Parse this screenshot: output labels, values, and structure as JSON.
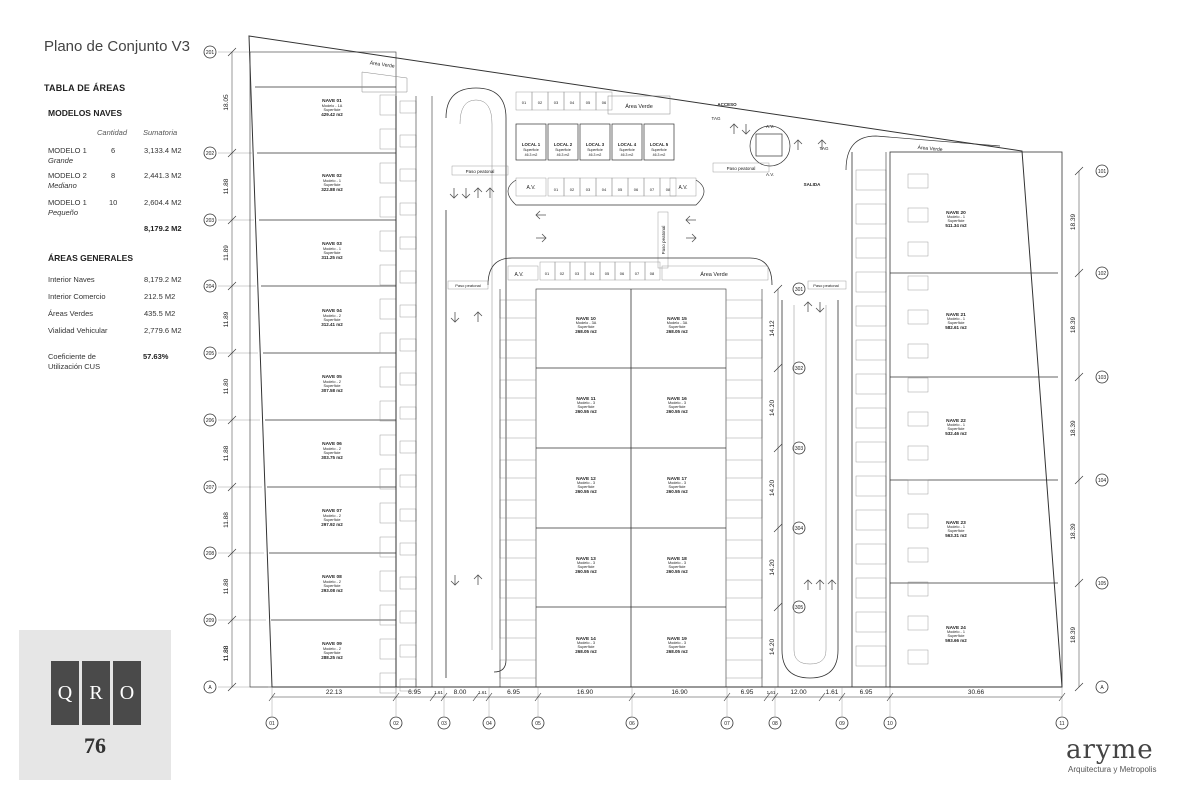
{
  "title": "Plano de Conjunto V3",
  "tabla_title": "TABLA DE ÁREAS",
  "modelos": {
    "heading": "MODELOS NAVES",
    "col_cantidad": "Cantidad",
    "col_sumatoria": "Sumatoria",
    "rows": [
      {
        "name": "MODELO 1",
        "sub": "Grande",
        "cantidad": "6",
        "sumatoria": "3,133.4 M2"
      },
      {
        "name": "MODELO 2",
        "sub": "Mediano",
        "cantidad": "8",
        "sumatoria": "2,441.3 M2"
      },
      {
        "name": "MODELO 1",
        "sub": "Pequeño",
        "cantidad": "10",
        "sumatoria": "2,604.4 M2"
      }
    ],
    "total": "8,179.2 M2"
  },
  "generales": {
    "heading": "ÁREAS GENERALES",
    "rows": [
      {
        "label": "Interior Naves",
        "value": "8,179.2 M2"
      },
      {
        "label": "Interior Comercio",
        "value": "212.5 M2"
      },
      {
        "label": "Áreas Verdes",
        "value": "435.5 M2"
      },
      {
        "label": "Vialidad Vehicular",
        "value": "2,779.6 M2"
      }
    ],
    "cus_label": "Coeficiente de Utilización CUS",
    "cus_value": "57.63%"
  },
  "logo": {
    "letters": [
      "Q",
      "R",
      "O"
    ],
    "number": "76"
  },
  "brand": {
    "name": "aryme",
    "tagline": "Arquitectura y Metropolis"
  },
  "plan": {
    "left_axis": [
      "201",
      "202",
      "203",
      "204",
      "205",
      "206",
      "207",
      "208",
      "209",
      "A"
    ],
    "left_dims": [
      "18.05",
      "11.88",
      "11.89",
      "11.89",
      "11.80",
      "11.88",
      "11.88",
      "11.88",
      "11.88",
      "11.88"
    ],
    "right_axis": [
      "101",
      "102",
      "103",
      "104",
      "105",
      "A"
    ],
    "right_dims": [
      "18.39",
      "18.39",
      "18.39",
      "18.39",
      "18.39"
    ],
    "bottom_axis": [
      "01",
      "02",
      "03",
      "04",
      "05",
      "06",
      "07",
      "08",
      "09",
      "10",
      "11"
    ],
    "bottom_dims": [
      "22.13",
      "6.95",
      "1.61",
      "8.00",
      "1.61",
      "6.95",
      "16.90",
      "16.90",
      "6.95",
      "1.61",
      "12.00",
      "1.61",
      "6.95",
      "30.66"
    ],
    "inner_axis": [
      "301",
      "302",
      "303",
      "304",
      "305"
    ],
    "inner_dims": [
      "14.12",
      "14.20",
      "14.20",
      "14.20",
      "14.20"
    ],
    "labels": {
      "area_verde": "Área Verde",
      "acceso": "ACCESO",
      "salida": "SALIDA",
      "paso": "Paso peatonal",
      "av": "A.V.",
      "tag": "TAG"
    },
    "naves_left": [
      {
        "name": "NAVE 01",
        "model": "Modelo - 1A",
        "area": "429.42 m2"
      },
      {
        "name": "NAVE 02",
        "model": "Modelo - 1",
        "area": "322.88 m2"
      },
      {
        "name": "NAVE 03",
        "model": "Modelo - 1",
        "area": "311.25 m2"
      },
      {
        "name": "NAVE 04",
        "model": "Modelo - 2",
        "area": "312.41 m2"
      },
      {
        "name": "NAVE 05",
        "model": "Modelo - 2",
        "area": "307.58 m2"
      },
      {
        "name": "NAVE 06",
        "model": "Modelo - 2",
        "area": "303.75 m2"
      },
      {
        "name": "NAVE 07",
        "model": "Modelo - 2",
        "area": "297.92 m2"
      },
      {
        "name": "NAVE 08",
        "model": "Modelo - 2",
        "area": "293.08 m2"
      },
      {
        "name": "NAVE 09",
        "model": "Modelo - 2",
        "area": "288.25 m2"
      }
    ],
    "naves_center_left": [
      {
        "name": "NAVE 10",
        "model": "Modelo - 3A",
        "area": "268.05 m2"
      },
      {
        "name": "NAVE 11",
        "model": "Modelo - 3",
        "area": "260.55 m2"
      },
      {
        "name": "NAVE 12",
        "model": "Modelo - 3",
        "area": "260.55 m2"
      },
      {
        "name": "NAVE 13",
        "model": "Modelo - 3",
        "area": "260.55 m2"
      },
      {
        "name": "NAVE 14",
        "model": "Modelo - 3",
        "area": "268.05 m2"
      }
    ],
    "naves_center_right": [
      {
        "name": "NAVE 15",
        "model": "Modelo - 3A",
        "area": "268.05 m2"
      },
      {
        "name": "NAVE 16",
        "model": "Modelo - 3",
        "area": "260.55 m2"
      },
      {
        "name": "NAVE 17",
        "model": "Modelo - 3",
        "area": "260.55 m2"
      },
      {
        "name": "NAVE 18",
        "model": "Modelo - 3",
        "area": "260.55 m2"
      },
      {
        "name": "NAVE 19",
        "model": "Modelo - 3",
        "area": "268.05 m2"
      }
    ],
    "naves_right": [
      {
        "name": "NAVE 20",
        "model": "Modelo - 1",
        "area": "511.34 m2"
      },
      {
        "name": "NAVE 21",
        "model": "Modelo - 1",
        "area": "582.61 m2"
      },
      {
        "name": "NAVE 22",
        "model": "Modelo - 1",
        "area": "532.46 m2"
      },
      {
        "name": "NAVE 23",
        "model": "Modelo - 1",
        "area": "563.31 m2"
      },
      {
        "name": "NAVE 24",
        "model": "Modelo - 1",
        "area": "593.66 m2"
      }
    ],
    "locales": [
      {
        "name": "LOCAL 1",
        "area": "46.3 m2"
      },
      {
        "name": "LOCAL 2",
        "area": "46.3 m2"
      },
      {
        "name": "LOCAL 3",
        "area": "46.3 m2"
      },
      {
        "name": "LOCAL 4",
        "area": "46.3 m2"
      },
      {
        "name": "LOCAL 5",
        "area": "46.3 m2"
      }
    ],
    "superficie": "Superficie"
  }
}
